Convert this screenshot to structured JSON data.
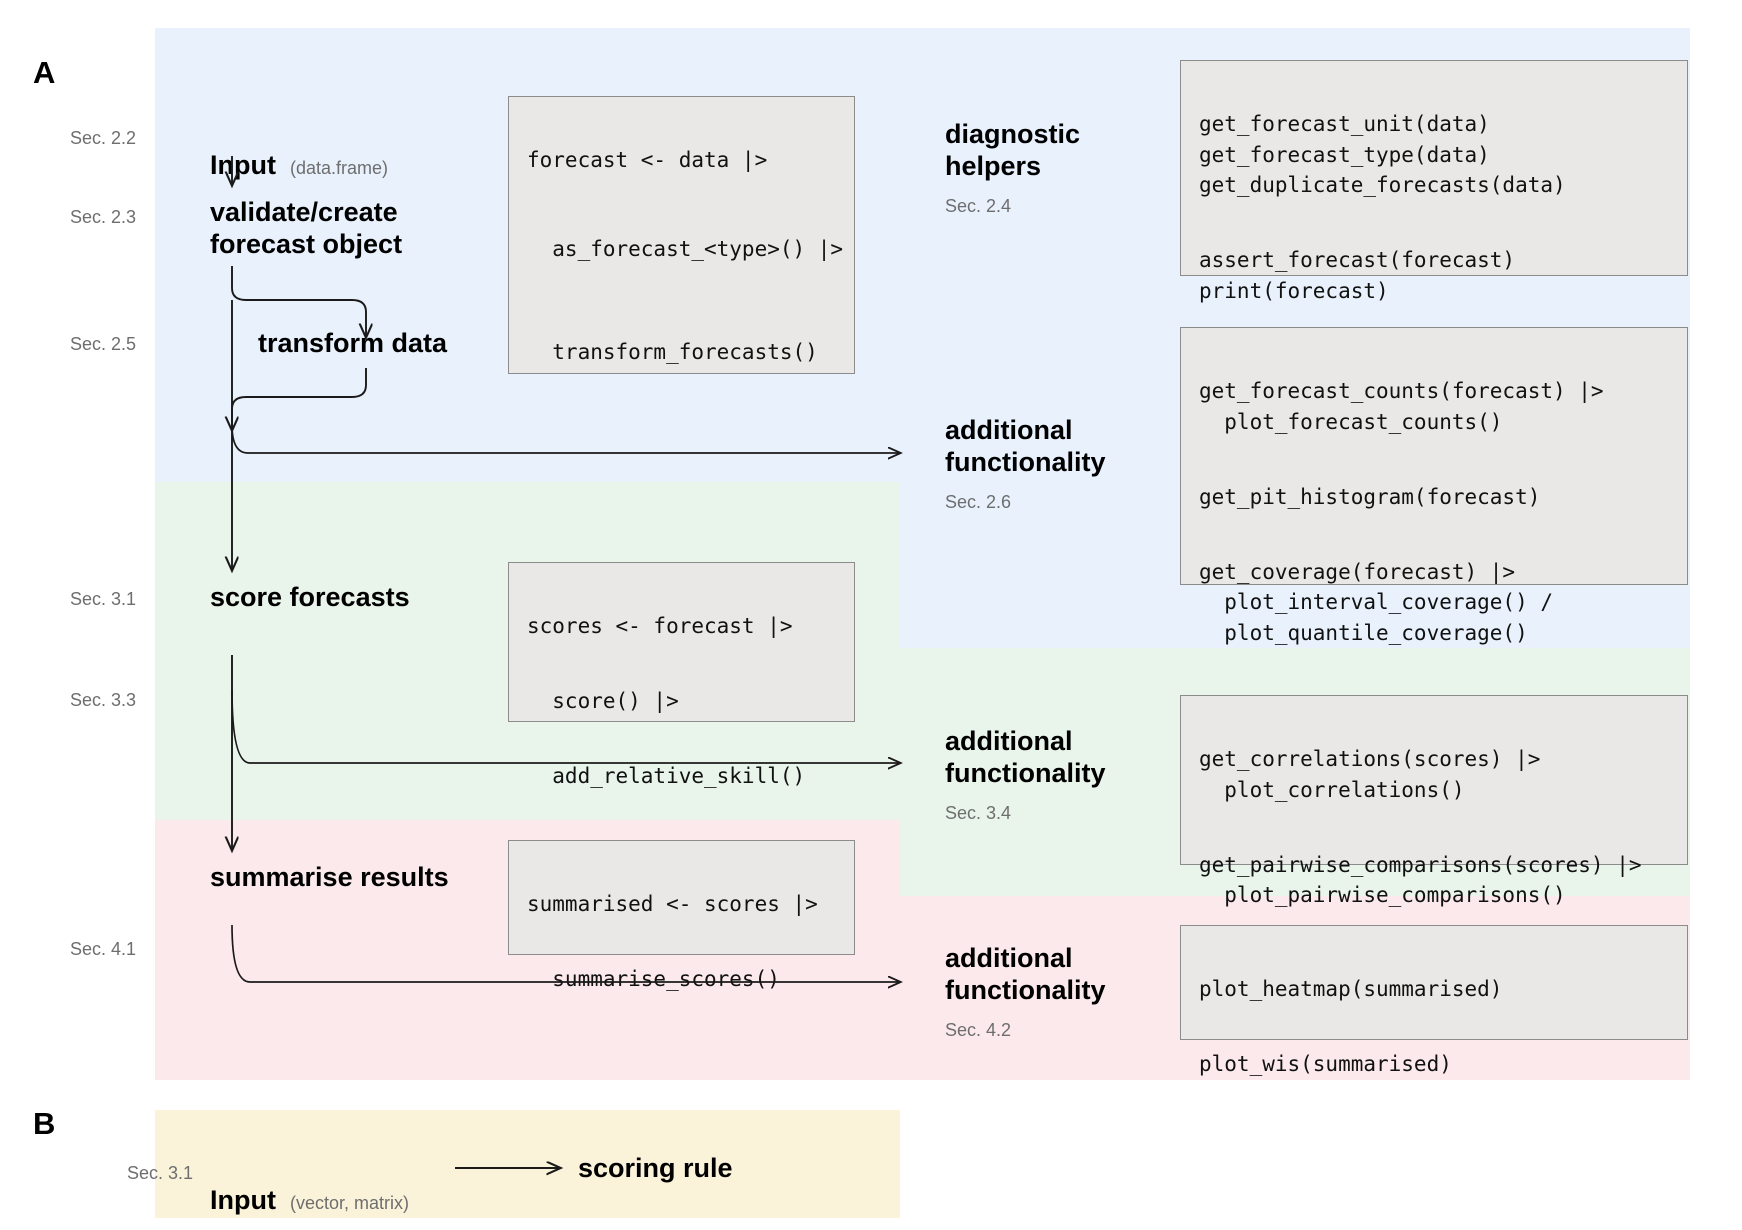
{
  "panels": {
    "a_letter": "A",
    "b_letter": "B"
  },
  "sections": {
    "s22": "Sec. 2.2",
    "s23": "Sec. 2.3",
    "s25": "Sec. 2.5",
    "s24": "Sec. 2.4",
    "s26": "Sec. 2.6",
    "s31": "Sec. 3.1",
    "s33": "Sec. 3.3",
    "s34": "Sec. 3.4",
    "s41": "Sec. 4.1",
    "s42": "Sec. 4.2",
    "s31b": "Sec. 3.1"
  },
  "nodes": {
    "input": "Input",
    "input_sub": "(data.frame)",
    "validate": "validate/create\nforecast object",
    "transform": "transform data",
    "score": "score forecasts",
    "summarise": "summarise results",
    "diagnostic_helpers": "diagnostic\nhelpers",
    "additional_1": "additional\nfunctionality",
    "additional_2": "additional\nfunctionality",
    "additional_3": "additional\nfunctionality",
    "input_b": "Input",
    "input_b_sub": "(vector, matrix)",
    "scoring_rule": "scoring rule"
  },
  "code": {
    "create": {
      "line1": "forecast <- data |>",
      "line2": "  as_forecast_<type>() |>",
      "line3": "  transform_forecasts()"
    },
    "diagnostics": {
      "line1": "get_forecast_unit(data)",
      "line2": "get_forecast_type(data)",
      "line3": "get_duplicate_forecasts(data)",
      "line4": "assert_forecast(forecast)",
      "line5": "print(forecast)"
    },
    "additional_forecast": {
      "line1": "get_forecast_counts(forecast) |>",
      "line2": "  plot_forecast_counts()",
      "line3": "get_pit_histogram(forecast)",
      "line4": "get_coverage(forecast) |>",
      "line5": "  plot_interval_coverage() /",
      "line6": "  plot_quantile_coverage()"
    },
    "score": {
      "line1": "scores <- forecast |>",
      "line2": "  score() |>",
      "line3": "  add_relative_skill()"
    },
    "additional_scores": {
      "line1": "get_correlations(scores) |>",
      "line2": "  plot_correlations()",
      "line3": "get_pairwise_comparisons(scores) |>",
      "line4": "  plot_pairwise_comparisons()"
    },
    "summarise": {
      "line1": "summarised <- scores |>",
      "line2": "  summarise_scores()"
    },
    "additional_summarised": {
      "line1": "plot_heatmap(summarised)",
      "line2": "plot_wis(summarised)"
    }
  },
  "colors": {
    "band_blue": "#e8f1fc",
    "band_green": "#e9f4ea",
    "band_pink": "#fbe9ec",
    "band_yellow": "#fbf3d9",
    "code_bg": "#e9e8e6",
    "code_border": "#8c8c8c",
    "section_text": "#6e6e6e",
    "arrow": "#1a1a1a"
  }
}
